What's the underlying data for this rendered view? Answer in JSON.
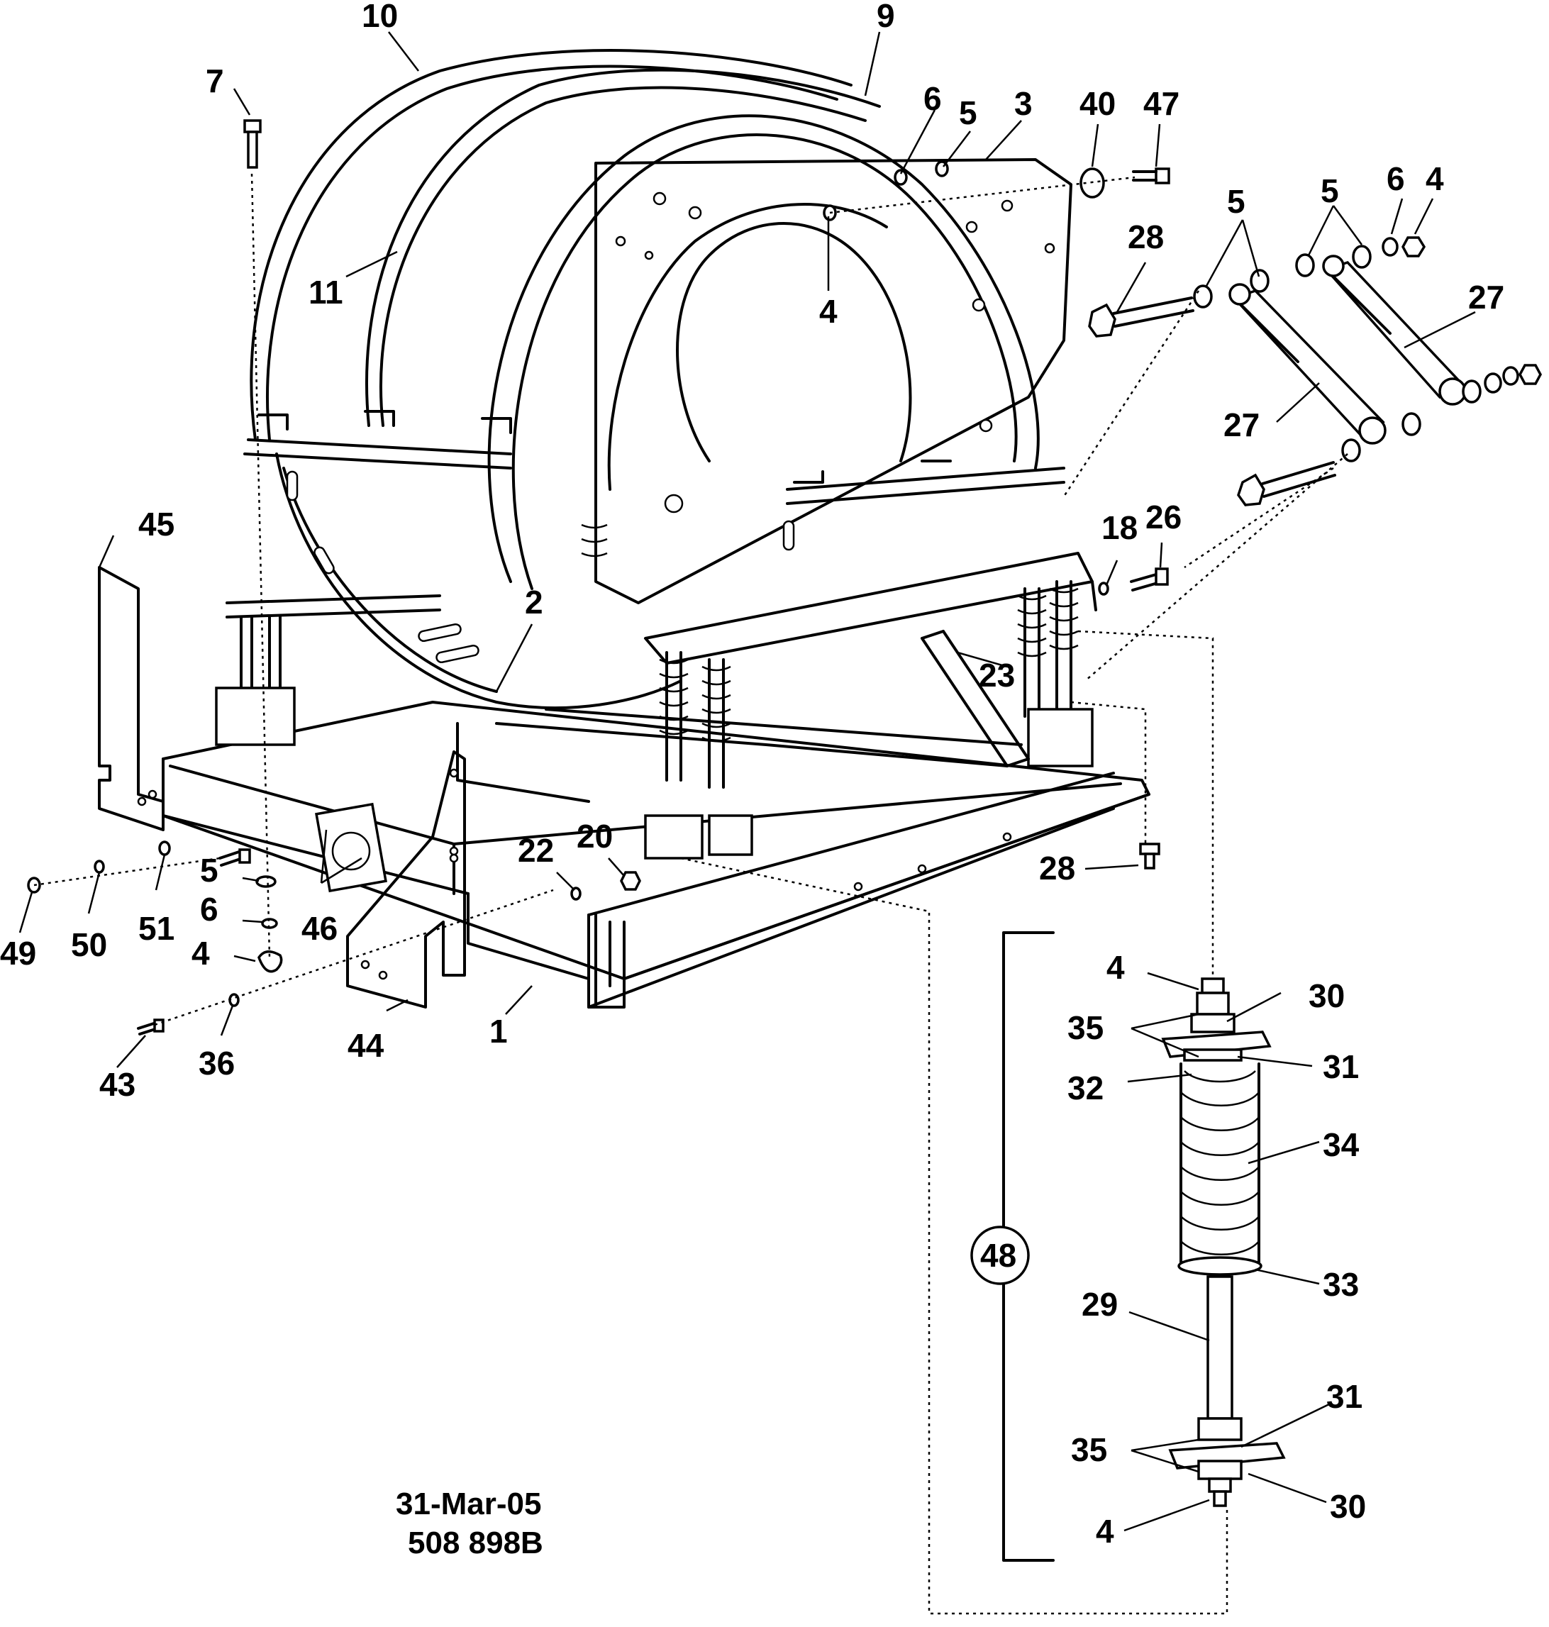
{
  "callouts": {
    "c10": "10",
    "c9": "9",
    "c7": "7",
    "c6a": "6",
    "c5a": "5",
    "c3": "3",
    "c40": "40",
    "c47": "47",
    "c28a": "28",
    "c5b": "5",
    "c5c": "5",
    "c6b": "6",
    "c4a": "4",
    "c27a": "27",
    "c27b": "27",
    "c11": "11",
    "c4b": "4",
    "c45": "45",
    "c2": "2",
    "c18": "18",
    "c26": "26",
    "c23": "23",
    "c22": "22",
    "c20": "20",
    "c28b": "28",
    "c5d": "5",
    "c6c": "6",
    "c4c": "4",
    "c49": "49",
    "c50": "50",
    "c51": "51",
    "c46": "46",
    "c44": "44",
    "c1": "1",
    "c43": "43",
    "c36": "36",
    "c4d": "4",
    "c30a": "30",
    "c35a": "35",
    "c31a": "31",
    "c32": "32",
    "c34": "34",
    "c48": "48",
    "c33": "33",
    "c29": "29",
    "c31b": "31",
    "c35b": "35",
    "c30b": "30",
    "c4e": "4"
  },
  "stamp": {
    "date": "31-Mar-05",
    "drawing_number": "508 898B"
  }
}
